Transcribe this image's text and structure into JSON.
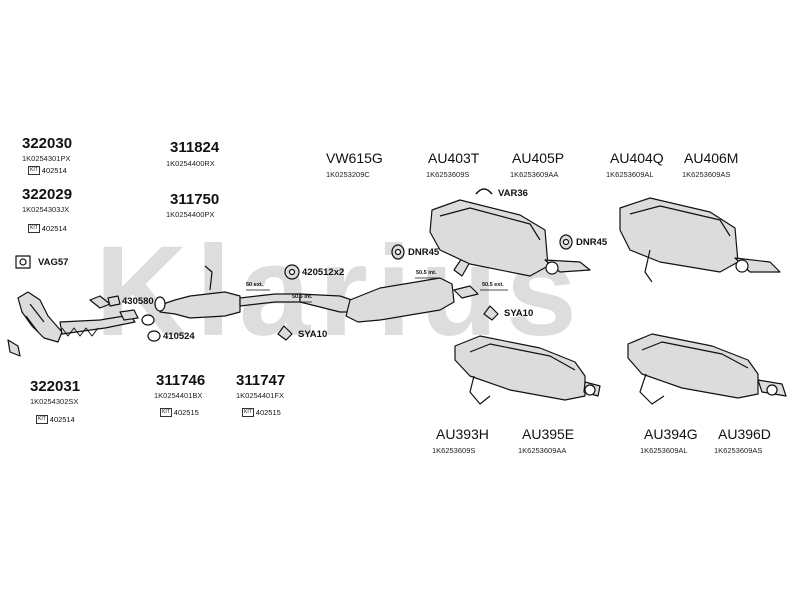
{
  "watermark": {
    "text": "Klarius"
  },
  "parts": [
    {
      "id": "322030",
      "oem": "1K0254301PX",
      "kit": "402514"
    },
    {
      "id": "322029",
      "oem": "1K0254303JX",
      "kit": "402514"
    },
    {
      "id": "322031",
      "oem": "1K0254302SX",
      "kit": "402514"
    },
    {
      "id": "311824",
      "oem": "1K0254400RX"
    },
    {
      "id": "311750",
      "oem": "1K0254400PX"
    },
    {
      "id": "311746",
      "oem": "1K0254401BX",
      "kit": "402515"
    },
    {
      "id": "311747",
      "oem": "1K0254401FX",
      "kit": "402515"
    },
    {
      "id": "VW615G",
      "oem": "1K0253209C"
    },
    {
      "id": "AU403T",
      "oem": "1K6253609S"
    },
    {
      "id": "AU405P",
      "oem": "1K6253609AA"
    },
    {
      "id": "AU404Q",
      "oem": "1K6253609AL"
    },
    {
      "id": "AU406M",
      "oem": "1K6253609AS"
    },
    {
      "id": "AU393H",
      "oem": "1K6253609S"
    },
    {
      "id": "AU395E",
      "oem": "1K6253609AA"
    },
    {
      "id": "AU394G",
      "oem": "1K6253609AL"
    },
    {
      "id": "AU396D",
      "oem": "1K6253609AS"
    }
  ],
  "accessories": {
    "vag57": "VAG57",
    "a430580": "430580",
    "a410524": "410524",
    "a420512": "420512x2",
    "sya10_left": "SYA10",
    "dnr45_left": "DNR45",
    "var36": "VAR36",
    "dnr45_right": "DNR45",
    "sya10_right": "SYA10"
  },
  "dimensions": {
    "d1": "50 ext.",
    "d2": "50.5 int.",
    "d3": "50.5 int.",
    "d4": "50.5 ext."
  },
  "colors": {
    "ink": "#111111",
    "part_fill": "#dedede",
    "watermark": "#000000"
  }
}
